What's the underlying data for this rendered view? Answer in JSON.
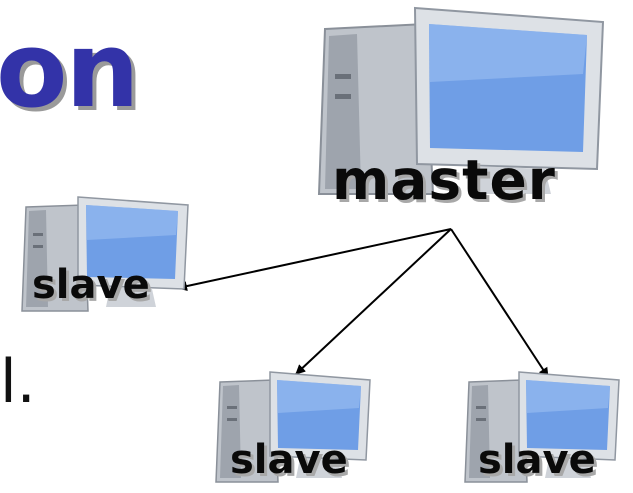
{
  "heading_fragment": "on",
  "text_fragment": "l.",
  "nodes": {
    "master": {
      "label": "master"
    },
    "slave_left": {
      "label": "slave"
    },
    "slave_mid": {
      "label": "slave"
    },
    "slave_right": {
      "label": "slave"
    }
  },
  "colors": {
    "heading": "#3333a8",
    "monitor_screen": "#6f9ee6",
    "case_body": "#c8ccd2",
    "arrow": "#000000"
  },
  "icons": [
    "computer-icon",
    "arrow"
  ]
}
